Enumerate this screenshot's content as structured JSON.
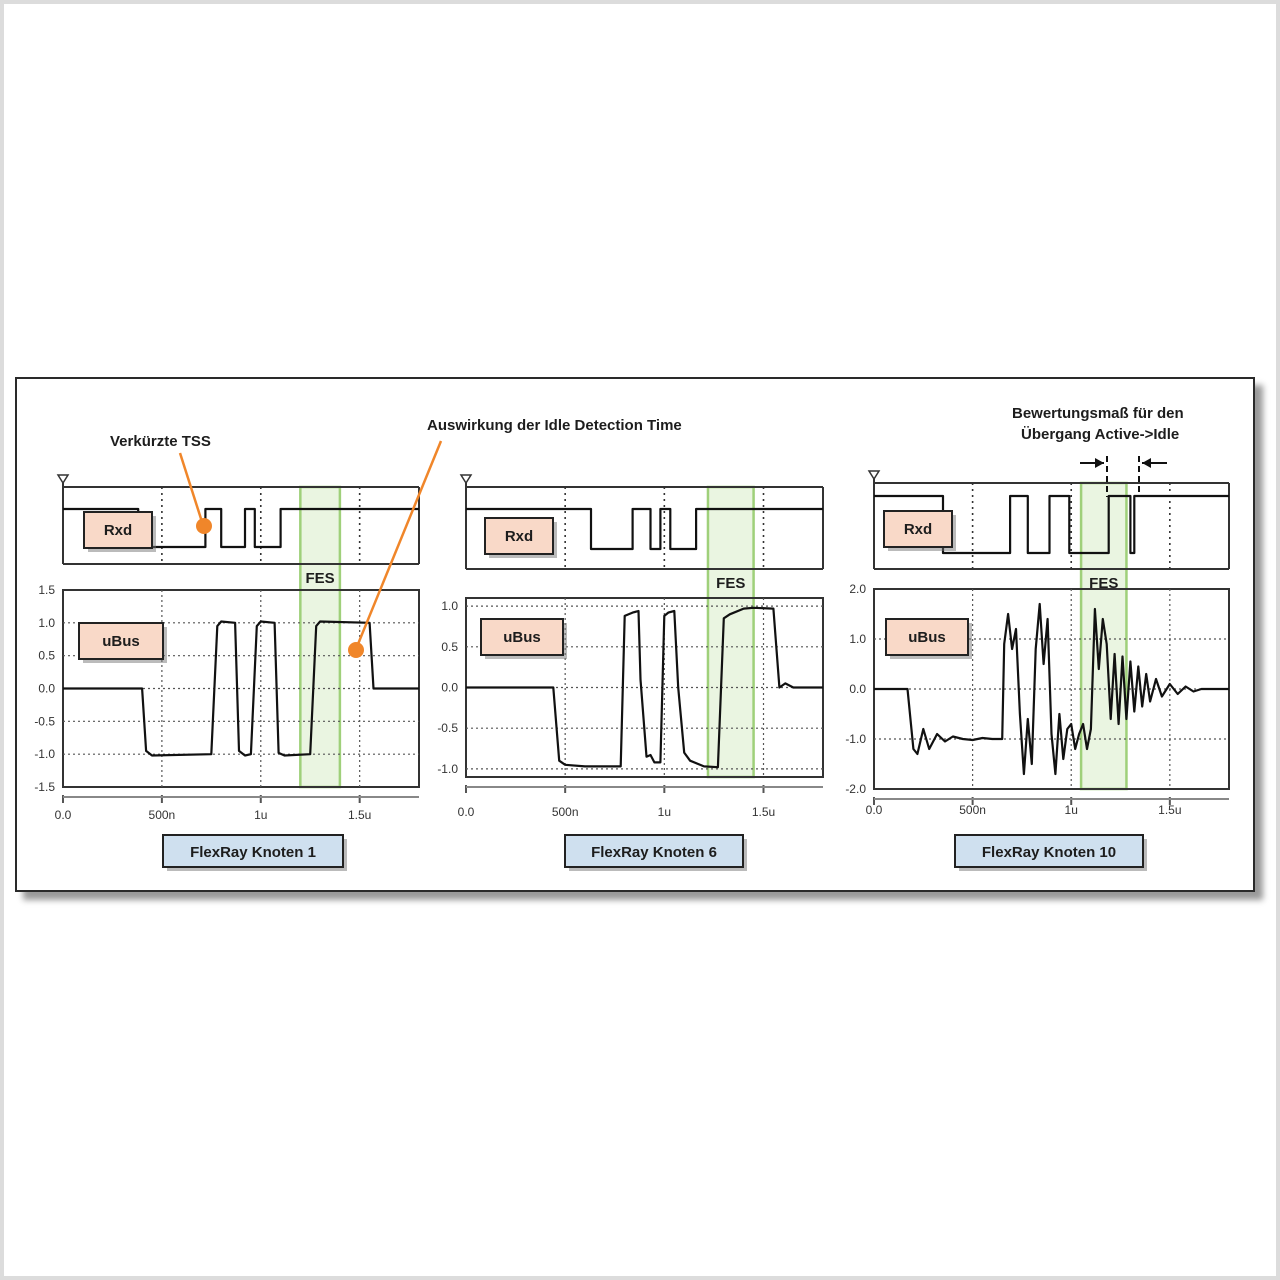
{
  "annotations": {
    "verkuerzte_tss": "Verkürzte TSS",
    "idle_detection": "Auswirkung der Idle Detection Time",
    "bewertung_line1": "Bewertungsmaß für  den",
    "bewertung_line2": "Übergang Active->Idle"
  },
  "colors": {
    "accent_orange": "#f0862a",
    "fes_green": "#9fd07a",
    "fes_fill": "#eaf5e1",
    "label_box": "#f9d9c8",
    "title_box": "#cfe0ef"
  },
  "chart_data": [
    {
      "type": "line",
      "title": "FlexRay Knoten 1",
      "signal_labels": [
        "Rxd",
        "uBus"
      ],
      "fes_label": "FES",
      "fes_range": [
        1.2e-06,
        1.4e-06
      ],
      "x_ticks": [
        0,
        5e-07,
        1e-06,
        1.5e-06
      ],
      "x_tick_labels": [
        "0.0",
        "500n",
        "1u",
        "1.5u"
      ],
      "xlim": [
        0,
        1.8e-06
      ],
      "y_ticks": [
        1.5,
        1.0,
        0.5,
        0.0,
        -0.5,
        -1.0,
        -1.5
      ],
      "y_tick_labels": [
        "1.5",
        "1.0",
        "0.5",
        "0.0",
        "-0.5",
        "-1.0",
        "-1.5"
      ],
      "ylim": [
        -1.5,
        1.5
      ],
      "rxd": {
        "x": [
          0,
          0.38,
          0.38,
          0.72,
          0.72,
          0.8,
          0.8,
          0.92,
          0.92,
          0.97,
          0.97,
          1.1,
          1.1,
          1.3,
          1.3,
          1.8
        ],
        "y": [
          1,
          1,
          0,
          0,
          1,
          1,
          0,
          0,
          1,
          1,
          0,
          0,
          1,
          1,
          1,
          1
        ],
        "x_unit": "us"
      },
      "ubus": {
        "x": [
          0,
          0.4,
          0.42,
          0.45,
          0.75,
          0.78,
          0.8,
          0.87,
          0.89,
          0.92,
          0.95,
          0.98,
          1.0,
          1.07,
          1.09,
          1.12,
          1.25,
          1.28,
          1.3,
          1.55,
          1.57,
          1.8
        ],
        "y": [
          0,
          0,
          -0.95,
          -1.02,
          -1.0,
          0.95,
          1.02,
          1.0,
          -0.95,
          -1.02,
          -1.0,
          0.95,
          1.02,
          1.0,
          -0.98,
          -1.02,
          -1.0,
          0.95,
          1.02,
          1.0,
          0.0,
          0.0
        ],
        "x_unit": "us"
      }
    },
    {
      "type": "line",
      "title": "FlexRay Knoten 6",
      "signal_labels": [
        "Rxd",
        "uBus"
      ],
      "fes_label": "FES",
      "fes_range": [
        1.22e-06,
        1.45e-06
      ],
      "x_ticks": [
        0,
        5e-07,
        1e-06,
        1.5e-06
      ],
      "x_tick_labels": [
        "0.0",
        "500n",
        "1u",
        "1.5u"
      ],
      "xlim": [
        0,
        1.8e-06
      ],
      "y_ticks": [
        1.0,
        0.5,
        0.0,
        -0.5,
        -1.0
      ],
      "y_tick_labels": [
        "1.0",
        "0.5",
        "0.0",
        "-0.5",
        "-1.0"
      ],
      "ylim": [
        -1.1,
        1.1
      ],
      "rxd": {
        "x": [
          0,
          0.63,
          0.63,
          0.84,
          0.84,
          0.93,
          0.93,
          0.98,
          0.98,
          1.03,
          1.03,
          1.16,
          1.16,
          1.36,
          1.36,
          1.8
        ],
        "y": [
          1,
          1,
          0,
          0,
          1,
          1,
          0,
          0,
          1,
          1,
          0,
          0,
          1,
          1,
          1,
          1
        ],
        "x_unit": "us"
      },
      "ubus": {
        "x": [
          0,
          0.44,
          0.47,
          0.5,
          0.6,
          0.78,
          0.8,
          0.84,
          0.87,
          0.88,
          0.91,
          0.93,
          0.95,
          0.98,
          1.0,
          1.02,
          1.05,
          1.07,
          1.1,
          1.13,
          1.2,
          1.27,
          1.3,
          1.33,
          1.4,
          1.45,
          1.55,
          1.58,
          1.61,
          1.65,
          1.8
        ],
        "y": [
          0,
          0,
          -0.9,
          -0.95,
          -0.97,
          -0.97,
          0.88,
          0.92,
          0.94,
          0.1,
          -0.85,
          -0.83,
          -0.92,
          -0.92,
          0.88,
          0.92,
          0.94,
          0.0,
          -0.8,
          -0.9,
          -0.97,
          -0.98,
          0.85,
          0.9,
          0.97,
          0.98,
          0.97,
          0.0,
          0.05,
          0.0,
          0.0
        ],
        "x_unit": "us"
      }
    },
    {
      "type": "line",
      "title": "FlexRay Knoten 10",
      "signal_labels": [
        "Rxd",
        "uBus"
      ],
      "fes_label": "FES",
      "fes_range": [
        1.05e-06,
        1.28e-06
      ],
      "x_ticks": [
        0,
        5e-07,
        1e-06,
        1.5e-06
      ],
      "x_tick_labels": [
        "0.0",
        "500n",
        "1u",
        "1.5u"
      ],
      "xlim": [
        0,
        1.8e-06
      ],
      "y_ticks": [
        2.0,
        1.0,
        0.0,
        -1.0,
        -2.0
      ],
      "y_tick_labels": [
        "2.0",
        "1.0",
        "0.0",
        "-1.0",
        "-2.0"
      ],
      "ylim": [
        -2.0,
        2.0
      ],
      "rxd": {
        "x": [
          0,
          0.35,
          0.35,
          0.69,
          0.69,
          0.78,
          0.78,
          0.89,
          0.89,
          0.99,
          0.99,
          1.19,
          1.19,
          1.3,
          1.3,
          1.32,
          1.32,
          1.8
        ],
        "y": [
          1,
          1,
          0,
          0,
          1,
          1,
          0,
          0,
          1,
          1,
          0,
          0,
          1,
          1,
          0,
          0,
          1,
          1
        ],
        "x_unit": "us"
      },
      "ubus": {
        "x": [
          0,
          0.17,
          0.2,
          0.22,
          0.25,
          0.28,
          0.32,
          0.36,
          0.4,
          0.45,
          0.5,
          0.55,
          0.6,
          0.65,
          0.66,
          0.68,
          0.7,
          0.72,
          0.74,
          0.76,
          0.78,
          0.8,
          0.82,
          0.84,
          0.86,
          0.88,
          0.9,
          0.92,
          0.94,
          0.96,
          0.98,
          1.0,
          1.02,
          1.04,
          1.06,
          1.08,
          1.1,
          1.12,
          1.14,
          1.16,
          1.18,
          1.2,
          1.22,
          1.24,
          1.26,
          1.28,
          1.3,
          1.32,
          1.34,
          1.36,
          1.38,
          1.4,
          1.43,
          1.46,
          1.5,
          1.54,
          1.58,
          1.62,
          1.66,
          1.7,
          1.74,
          1.78,
          1.8
        ],
        "y": [
          0,
          0,
          -1.2,
          -1.3,
          -0.8,
          -1.2,
          -0.9,
          -1.05,
          -0.95,
          -1.0,
          -1.02,
          -0.98,
          -1.0,
          -1.0,
          0.9,
          1.5,
          0.8,
          1.2,
          -0.5,
          -1.7,
          -0.6,
          -1.5,
          0.8,
          1.7,
          0.5,
          1.4,
          -0.9,
          -1.7,
          -0.5,
          -1.4,
          -0.8,
          -0.7,
          -1.2,
          -0.9,
          -0.7,
          -1.2,
          -0.8,
          1.6,
          0.4,
          1.4,
          0.9,
          -0.6,
          0.7,
          -0.7,
          0.65,
          -0.6,
          0.55,
          -0.45,
          0.45,
          -0.35,
          0.3,
          -0.25,
          0.2,
          -0.15,
          0.1,
          -0.1,
          0.05,
          -0.05,
          0.0,
          0.0,
          0.0,
          0.0,
          0.0
        ],
        "x_unit": "us"
      }
    }
  ]
}
